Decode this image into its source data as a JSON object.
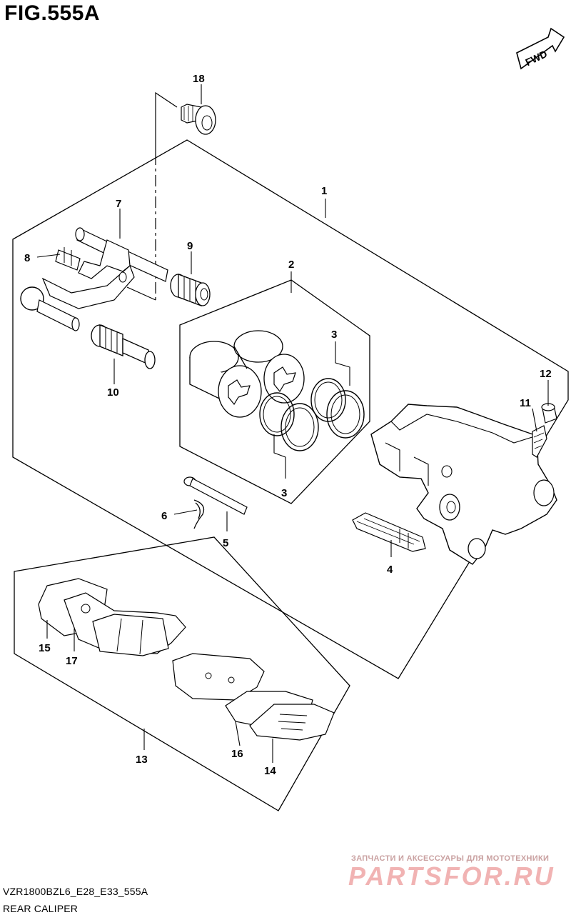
{
  "figure": {
    "title": "FIG.555A"
  },
  "direction_badge": {
    "label": "FWD"
  },
  "callouts": {
    "c1": "1",
    "c2": "2",
    "c3a": "3",
    "c3b": "3",
    "c4": "4",
    "c5": "5",
    "c6": "6",
    "c7": "7",
    "c8": "8",
    "c9": "9",
    "c10": "10",
    "c11": "11",
    "c12": "12",
    "c13": "13",
    "c14": "14",
    "c15": "15",
    "c16": "16",
    "c17": "17",
    "c18": "18"
  },
  "footer": {
    "model_code": "VZR1800BZL6_E28_E33_555A",
    "diagram_name": "REAR CALIPER"
  },
  "watermark": {
    "tagline": "ЗАПЧАСТИ И АКСЕССУАРЫ ДЛЯ МОТОТЕХНИКИ",
    "brand": "PARTSFOR.RU"
  }
}
